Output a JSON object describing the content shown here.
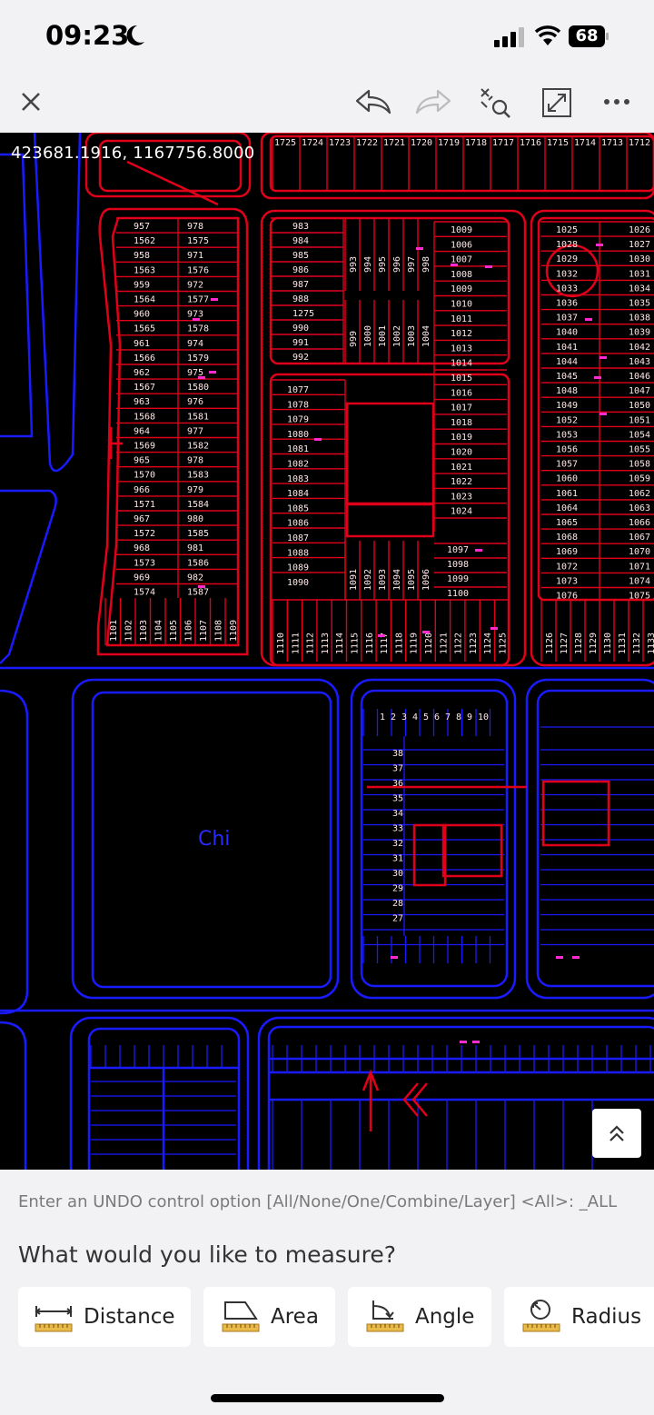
{
  "status": {
    "time": "09:23",
    "battery": "68"
  },
  "toolbar": {
    "close": "close-icon",
    "undo": "undo-icon",
    "redo": "redo-icon",
    "search": "search-icon",
    "fullscreen": "expand-icon",
    "more": "more-icon"
  },
  "drawing": {
    "coordinates": "423681.1916,  1167756.8000",
    "center_label": "Chi",
    "labels_col1": [
      "957",
      "1562",
      "958",
      "1563",
      "959",
      "1564",
      "960",
      "1565",
      "961",
      "1566",
      "962",
      "1567",
      "963",
      "1568",
      "964",
      "1569",
      "965",
      "1570",
      "966",
      "1571",
      "967",
      "1572",
      "968",
      "1573",
      "969",
      "1574"
    ],
    "labels_col2": [
      "978",
      "1575",
      "971",
      "1576",
      "972",
      "1577",
      "973",
      "1578",
      "974",
      "1579",
      "975",
      "1580",
      "976",
      "1581",
      "977",
      "1582",
      "978",
      "1583",
      "979",
      "1584",
      "980",
      "1585",
      "981",
      "1586",
      "982",
      "1587"
    ],
    "labels_block2": [
      "983",
      "984",
      "985",
      "986",
      "987",
      "988",
      "1275",
      "990",
      "991",
      "992"
    ],
    "labels_block3": [
      "1009",
      "1006",
      "1007",
      "1008",
      "1009",
      "1010",
      "1011",
      "1012",
      "1013",
      "1014",
      "1015",
      "1016",
      "1017",
      "1018",
      "1019",
      "1020",
      "1021",
      "1022",
      "1023",
      "1024"
    ],
    "labels_block4_left": [
      "1025",
      "1028",
      "1029",
      "1032",
      "1033",
      "1036",
      "1037",
      "1040",
      "1041",
      "1044",
      "1045",
      "1048",
      "1049",
      "1052",
      "1053",
      "1056",
      "1057",
      "1060",
      "1061",
      "1064",
      "1065",
      "1068",
      "1069",
      "1072",
      "1073",
      "1076"
    ],
    "labels_block4_right": [
      "1026",
      "1027",
      "1030",
      "1031",
      "1034",
      "1035",
      "1038",
      "1039",
      "1042",
      "1043",
      "1046",
      "1047",
      "1050",
      "1051",
      "1054",
      "1055",
      "1058",
      "1059",
      "1062",
      "1063",
      "1066",
      "1067",
      "1070",
      "1071",
      "1074",
      "1075"
    ],
    "labels_block5": [
      "1077",
      "1078",
      "1079",
      "1080",
      "1081",
      "1082",
      "1083",
      "1084",
      "1085",
      "1086",
      "1087",
      "1088",
      "1089",
      "1090"
    ],
    "labels_block6": [
      "1097",
      "1098",
      "1099",
      "1100"
    ]
  },
  "console": {
    "history": "Enter an UNDO control option [All/None/One/Combine/Layer] <All>: _ALL",
    "prompt": "What would you like to measure?"
  },
  "measure_tools": [
    {
      "label": "Distance",
      "icon": "distance-ruler-icon"
    },
    {
      "label": "Area",
      "icon": "area-ruler-icon"
    },
    {
      "label": "Angle",
      "icon": "angle-ruler-icon"
    },
    {
      "label": "Radius",
      "icon": "radius-ruler-icon"
    }
  ]
}
